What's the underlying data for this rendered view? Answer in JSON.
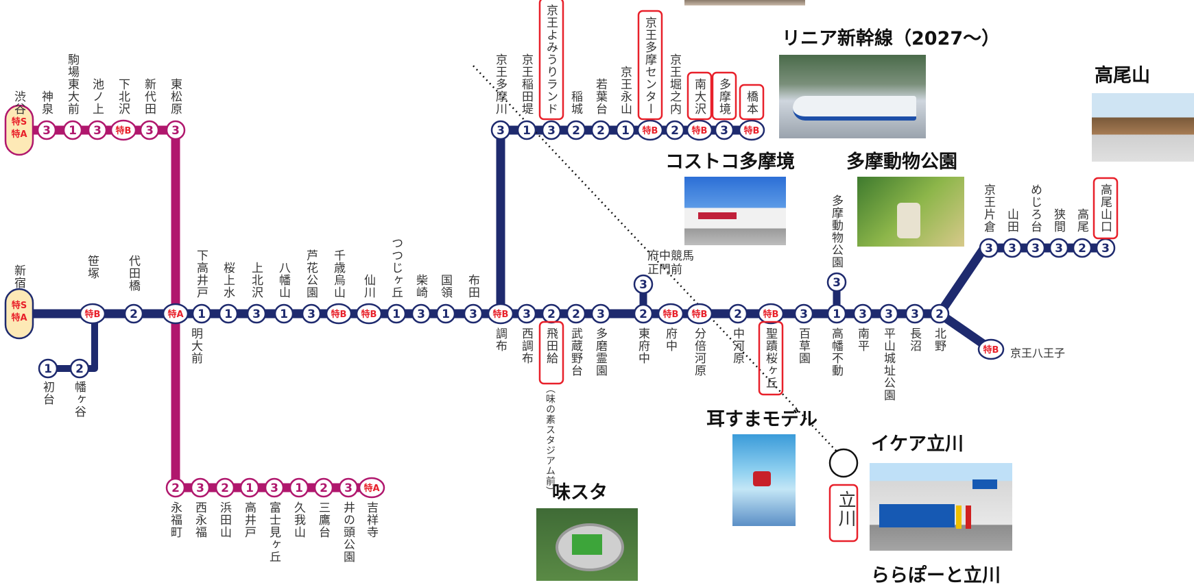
{
  "colors": {
    "keio_line": "#1e2a6e",
    "inokashira_line": "#b0176d",
    "express_red": "#e8202a",
    "highlight_box": "#e8202a"
  },
  "keio_main": [
    {
      "name": "新宿",
      "mark": "特S\n特A"
    },
    {
      "name": "初台",
      "mark": "1"
    },
    {
      "name": "幡ヶ谷",
      "mark": "2"
    },
    {
      "name": "笹塚",
      "mark": "特B"
    },
    {
      "name": "代田橋",
      "mark": "2"
    },
    {
      "name": "明大前",
      "mark": "特A"
    },
    {
      "name": "下高井戸",
      "mark": "1"
    },
    {
      "name": "桜上水",
      "mark": "1"
    },
    {
      "name": "上北沢",
      "mark": "3"
    },
    {
      "name": "八幡山",
      "mark": "1"
    },
    {
      "name": "芦花公園",
      "mark": "3"
    },
    {
      "name": "千歳烏山",
      "mark": "特B"
    },
    {
      "name": "仙川",
      "mark": "特B"
    },
    {
      "name": "つつじヶ丘",
      "mark": "1"
    },
    {
      "name": "柴崎",
      "mark": "3"
    },
    {
      "name": "国領",
      "mark": "1"
    },
    {
      "name": "布田",
      "mark": "3"
    },
    {
      "name": "調布",
      "mark": "特B"
    },
    {
      "name": "西調布",
      "mark": "3"
    },
    {
      "name": "飛田給",
      "mark": "2",
      "note": "（味の素スタジアム前）",
      "boxed": true
    },
    {
      "name": "武蔵野台",
      "mark": "2"
    },
    {
      "name": "多磨霊園",
      "mark": "3"
    },
    {
      "name": "東府中",
      "mark": "2"
    },
    {
      "name": "府中",
      "mark": "特B"
    },
    {
      "name": "分倍河原",
      "mark": "特B"
    },
    {
      "name": "中河原",
      "mark": "2"
    },
    {
      "name": "聖蹟桜ヶ丘",
      "mark": "特B",
      "boxed": true
    },
    {
      "name": "百草園",
      "mark": "3"
    },
    {
      "name": "高幡不動",
      "mark": "1"
    },
    {
      "name": "南平",
      "mark": "3"
    },
    {
      "name": "平山城址公園",
      "mark": "3"
    },
    {
      "name": "長沼",
      "mark": "3"
    },
    {
      "name": "北野",
      "mark": "2"
    },
    {
      "name": "京王八王子",
      "mark": "特B"
    }
  ],
  "takao_branch": [
    {
      "name": "京王片倉",
      "mark": "3"
    },
    {
      "name": "山田",
      "mark": "3"
    },
    {
      "name": "めじろ台",
      "mark": "3"
    },
    {
      "name": "狭間",
      "mark": "3"
    },
    {
      "name": "高尾",
      "mark": "2"
    },
    {
      "name": "高尾山口",
      "mark": "3",
      "boxed": true
    }
  ],
  "sagamihara_branch": [
    {
      "name": "京王多摩川",
      "mark": "3"
    },
    {
      "name": "京王稲田堤",
      "mark": "1"
    },
    {
      "name": "京王よみうりランド",
      "mark": "3",
      "boxed": true
    },
    {
      "name": "稲城",
      "mark": "2"
    },
    {
      "name": "若葉台",
      "mark": "2"
    },
    {
      "name": "京王永山",
      "mark": "1"
    },
    {
      "name": "京王多摩センター",
      "mark": "特B",
      "boxed": true
    },
    {
      "name": "京王堀之内",
      "mark": "2"
    },
    {
      "name": "南大沢",
      "mark": "特B",
      "boxed": true
    },
    {
      "name": "多摩境",
      "mark": "3",
      "boxed": true
    },
    {
      "name": "橋本",
      "mark": "特B",
      "boxed": true
    }
  ],
  "inokashira_top": [
    {
      "name": "渋谷",
      "mark": "特S\n特A"
    },
    {
      "name": "神泉",
      "mark": "3"
    },
    {
      "name": "駒場東大前",
      "mark": "1"
    },
    {
      "name": "池ノ上",
      "mark": "3"
    },
    {
      "name": "下北沢",
      "mark": "特B"
    },
    {
      "name": "新代田",
      "mark": "3"
    },
    {
      "name": "東松原",
      "mark": "3"
    }
  ],
  "inokashira_bottom": [
    {
      "name": "永福町",
      "mark": "2"
    },
    {
      "name": "西永福",
      "mark": "3"
    },
    {
      "name": "浜田山",
      "mark": "2"
    },
    {
      "name": "高井戸",
      "mark": "1"
    },
    {
      "name": "富士見ヶ丘",
      "mark": "3"
    },
    {
      "name": "久我山",
      "mark": "1"
    },
    {
      "name": "三鷹台",
      "mark": "2"
    },
    {
      "name": "井の頭公園",
      "mark": "3"
    },
    {
      "name": "吉祥寺",
      "mark": "特A"
    }
  ],
  "racecourse_branch": {
    "name": "府中競馬\n正門前",
    "mark": "3"
  },
  "zoo_branch": {
    "name": "多摩動物公園",
    "mark": "3"
  },
  "tachikawa": {
    "name": "立川"
  },
  "poi": {
    "linear": "リニア新幹線（2027～）",
    "takaosan": "高尾山",
    "costco": "コストコ多摩境",
    "zoo": "多摩動物公園",
    "mimi": "耳すまモデル",
    "ikea": "イケア立川",
    "ajista": "味スタ",
    "lalaport": "ららぽーと立川"
  },
  "poi_icons": {
    "linear": "maglev-train-photo",
    "takaosan": "station-building-photo",
    "costco": "warehouse-store-photo",
    "zoo": "zoo-gate-photo",
    "mimi": "anime-poster-photo",
    "ikea": "ikea-store-photo",
    "ajista": "stadium-aerial-photo"
  }
}
